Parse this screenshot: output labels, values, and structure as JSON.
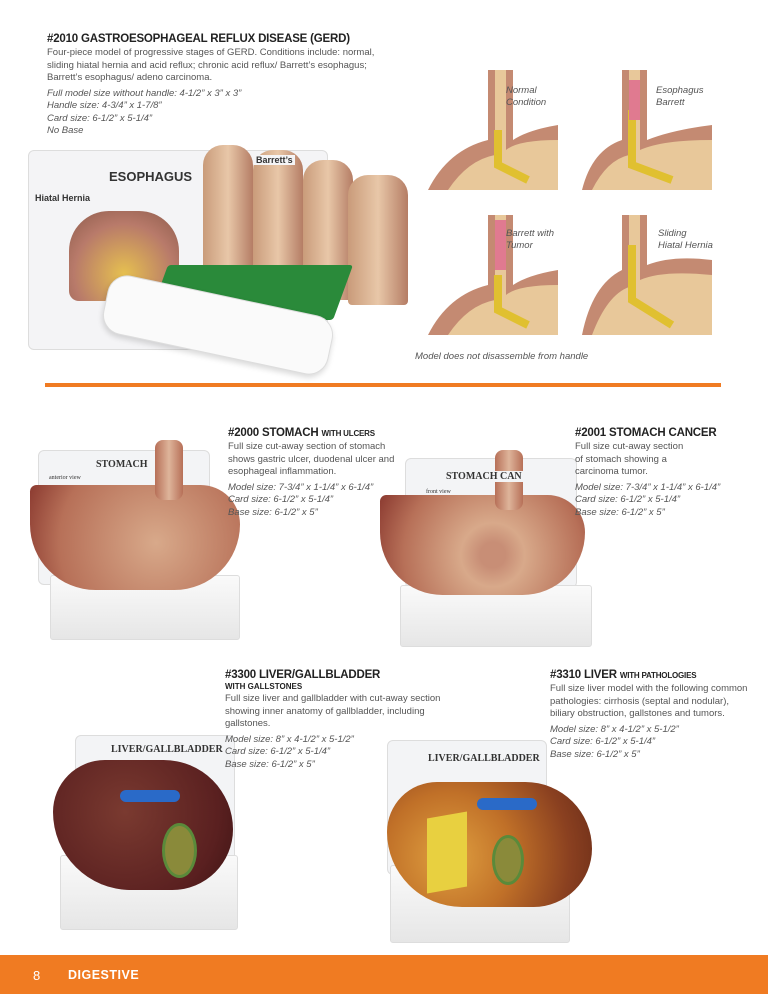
{
  "gerd": {
    "title": "#2010 GASTROESOPHAGEAL REFLUX DISEASE (GERD)",
    "description": "Four-piece model of progressive stages of GERD. Conditions include: normal, sliding hiatal hernia and acid reflux; chronic acid reflux/ Barrett’s esophagus; Barrett’s esophagus/ adeno carcinoma.",
    "specs": [
      "Full model size without handle: 4-1/2” x 3” x 3”",
      "Handle size: 4-3/4” x 1-7/8”",
      "Card size: 6-1/2” x 5-1/4”",
      "No Base"
    ],
    "card_title": "ESOPHAGUS",
    "card_left": "Hiatal Hernia",
    "card_right": "Barrett’s",
    "panels": [
      "Normal Condition",
      "Esophagus Barrett",
      "Barrett with Tumor",
      "Sliding Hiatal Hernia"
    ],
    "note": "Model does not disassemble from handle"
  },
  "stomach_ulcers": {
    "title": "#2000 STOMACH",
    "title_small": "WITH ULCERS",
    "description": "Full size cut-away section of stomach shows gastric ulcer, duodenal ulcer and esophageal inflammation.",
    "specs": [
      "Model size: 7-3/4” x 1-1/4” x 6-1/4”",
      "Card size: 6-1/2” x 5-1/4”",
      "Base size: 6-1/2” x 5”"
    ],
    "card_title": "STOMACH",
    "card_sub": "anterior view"
  },
  "stomach_cancer": {
    "title": "#2001 STOMACH CANCER",
    "description": "Full size cut-away section of stomach showing a carcinoma tumor.",
    "specs": [
      "Model size: 7-3/4” x 1-1/4” x 6-1/4”",
      "Card size: 6-1/2” x 5-1/4”",
      "Base size: 6-1/2” x 5”"
    ],
    "card_title": "STOMACH CAN",
    "card_sub": "front view"
  },
  "liver_gallbladder": {
    "title": "#3300 LIVER/GALLBLADDER",
    "subtitle": "WITH GALLSTONES",
    "description": "Full size liver and gallbladder with cut-away section showing inner anatomy of gallbladder, including gallstones.",
    "specs": [
      "Model size: 8” x 4-1/2” x 5-1/2”",
      "Card size: 6-1/2” x 5-1/4”",
      "Base size: 6-1/2” x 5”"
    ],
    "card_title": "LIVER/GALLBLADDER"
  },
  "liver_pathologies": {
    "title": "#3310 LIVER",
    "title_small": "WITH PATHOLOGIES",
    "description": "Full size liver model with the following common pathologies: cirrhosis (septal and nodular), biliary obstruction, gallstones and tumors.",
    "specs": [
      "Model size: 8” x 4-1/2” x 5-1/2”",
      "Card size: 6-1/2” x 5-1/4”",
      "Base size: 6-1/2” x 5”"
    ],
    "card_title": "LIVER/GALLBLADDER"
  },
  "footer": {
    "page": "8",
    "section": "DIGESTIVE",
    "color": "#f07b22"
  }
}
